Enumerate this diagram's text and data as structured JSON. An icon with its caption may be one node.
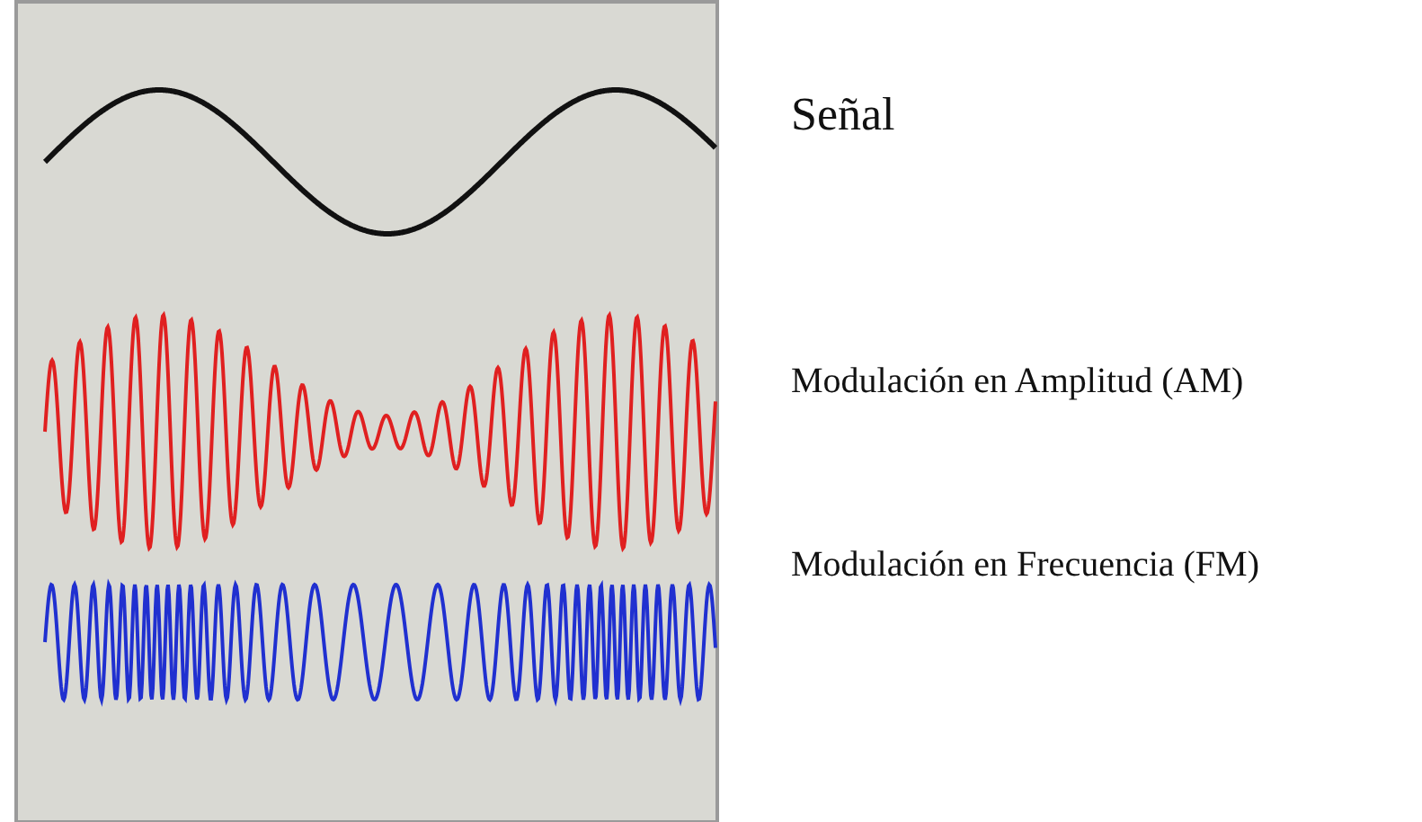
{
  "diagram": {
    "labels": [
      "Señal",
      "Modulación en Amplitud (AM)",
      "Modulación en Frecuencia (FM)"
    ]
  }
}
